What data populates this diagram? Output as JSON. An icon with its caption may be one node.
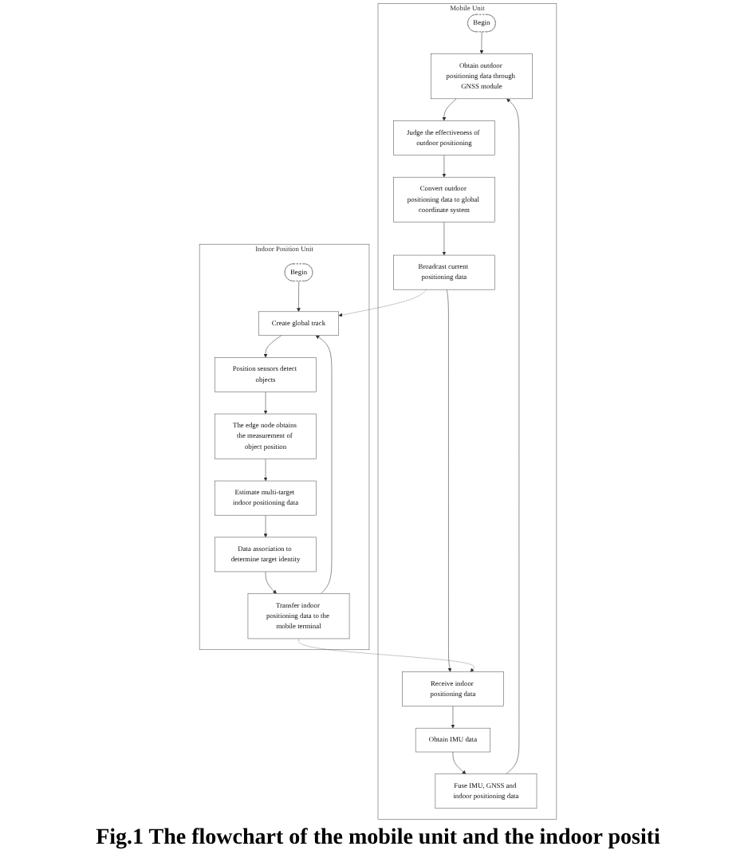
{
  "diagram": {
    "caption": "Fig.1 The flowchart of the mobile unit and the indoor positi",
    "nodes": [
      {
        "text": [
          "Mobile Unit"
        ]
      },
      {
        "text": [
          "Begin"
        ],
        "in": 0
      },
      {
        "text": [
          "Obtain outdoor positioning data through GNSS module"
        ],
        "in": 0
      },
      {
        "text": [
          "Judge the effectiveness of outdoor positioning"
        ],
        "in": 0
      },
      {
        "text": [
          "Convert outdoor positioning data to global coordinate system"
        ],
        "in": 0
      },
      {
        "text": [
          "Broadcast current positioning data"
        ],
        "in": 0
      },
      {
        "text": [
          "Receive indoor positioning data"
        ],
        "in": 0
      },
      {
        "text": [
          "Obtain IMU data"
        ],
        "in": 0
      },
      {
        "text": [
          "Fuse IMU, GNSS and indoor positioning data"
        ],
        "in": 0
      },
      {
        "text": [
          "Indoor Position Unit"
        ]
      },
      {
        "text": [
          "Begin"
        ],
        "in": 9
      },
      {
        "text": [
          "Create global track"
        ],
        "in": 9
      },
      {
        "text": [
          "Position sensors detect objects"
        ],
        "in": 9
      },
      {
        "text": [
          "The edge node obtains the measurement of object position"
        ],
        "in": 9
      },
      {
        "text": [
          "Estimate multi-target indoor positioning data"
        ],
        "in": 9
      },
      {
        "text": [
          "Data association to determine target identity"
        ],
        "in": 9
      },
      {
        "text": [
          "Transfer indoor positioning data to the mobile terminal"
        ],
        "in": 9
      }
    ],
    "edges": [
      {
        "from": 1,
        "to": 2,
        "arrow": "to"
      },
      {
        "from": 2,
        "to": 3,
        "arrow": "to"
      },
      {
        "from": 3,
        "to": 4,
        "arrow": "to"
      },
      {
        "from": 4,
        "to": 5,
        "arrow": "to"
      },
      {
        "from": 5,
        "to": 6,
        "arrow": "to"
      },
      {
        "from": 6,
        "to": 7,
        "arrow": "to"
      },
      {
        "from": 7,
        "to": 8,
        "arrow": "to"
      },
      {
        "from": 8,
        "to": 2,
        "arrow": "to"
      },
      {
        "from": 5,
        "to": 11,
        "arrow": "to",
        "style": "dashed"
      },
      {
        "from": 10,
        "to": 11,
        "arrow": "to"
      },
      {
        "from": 11,
        "to": 12,
        "arrow": "to"
      },
      {
        "from": 12,
        "to": 13,
        "arrow": "to"
      },
      {
        "from": 13,
        "to": 14,
        "arrow": "to"
      },
      {
        "from": 14,
        "to": 15,
        "arrow": "to"
      },
      {
        "from": 15,
        "to": 16,
        "arrow": "to"
      },
      {
        "from": 16,
        "to": 11,
        "arrow": "to"
      },
      {
        "from": 16,
        "to": 6,
        "arrow": "to",
        "style": "dashed"
      }
    ]
  }
}
